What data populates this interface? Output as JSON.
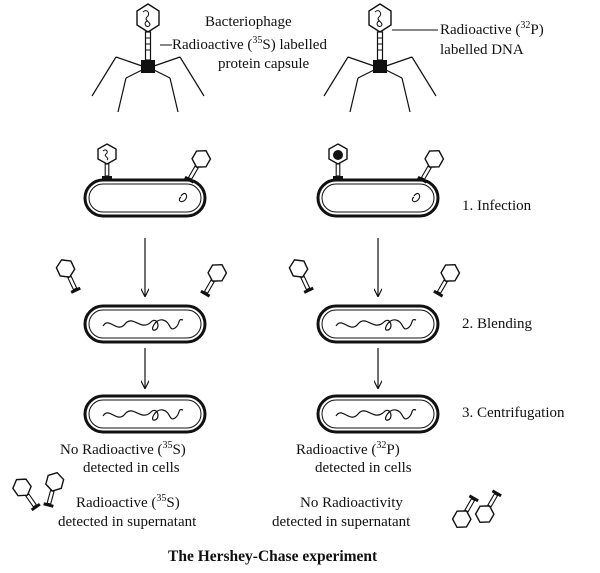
{
  "labels": {
    "bacteriophage": "Bacteriophage",
    "left_top_pre": "Radioactive (",
    "left_top_sup": "35",
    "left_top_post": "S) labelled",
    "left_top_line2": "protein capsule",
    "right_top_pre": "Radioactive (",
    "right_top_sup": "32",
    "right_top_post": "P)",
    "right_top_line2": "labelled DNA"
  },
  "steps": [
    "1. Infection",
    "2. Blending",
    "3. Centrifugation"
  ],
  "results": {
    "left_cells_pre": "No Radioactive (",
    "left_cells_sup": "35",
    "left_cells_post": "S)",
    "left_cells_line2": "detected in cells",
    "right_cells_pre": "Radioactive (",
    "right_cells_sup": "32",
    "right_cells_post": "P)",
    "right_cells_line2": "detected in cells",
    "left_super_pre": "Radioactive (",
    "left_super_sup": "35",
    "left_super_post": "S)",
    "left_super_line2": "detected in supernatant",
    "right_super_line1": "No Radioactivity",
    "right_super_line2": "detected in supernatant"
  },
  "caption": "The Hershey-Chase experiment"
}
